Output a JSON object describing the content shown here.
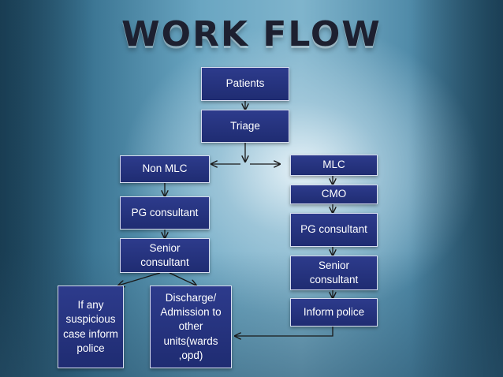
{
  "title": "WORK FLOW",
  "nodes": {
    "patients": "Patients",
    "triage": "Triage",
    "non_mlc": "Non MLC",
    "mlc": "MLC",
    "cmo": "CMO",
    "pg_consultant_left": "PG consultant",
    "pg_consultant_right": "PG consultant",
    "senior_consultant_left": "Senior consultant",
    "senior_consultant_right": "Senior consultant",
    "inform_police": "Inform police",
    "suspicious_case": "If any suspicious case inform police",
    "discharge_admission": "Discharge/ Admission to other units(wards ,opd)"
  },
  "colors": {
    "box_fill": "#25327e",
    "box_border": "#d8def0",
    "arrow": "#1a1a1a"
  }
}
